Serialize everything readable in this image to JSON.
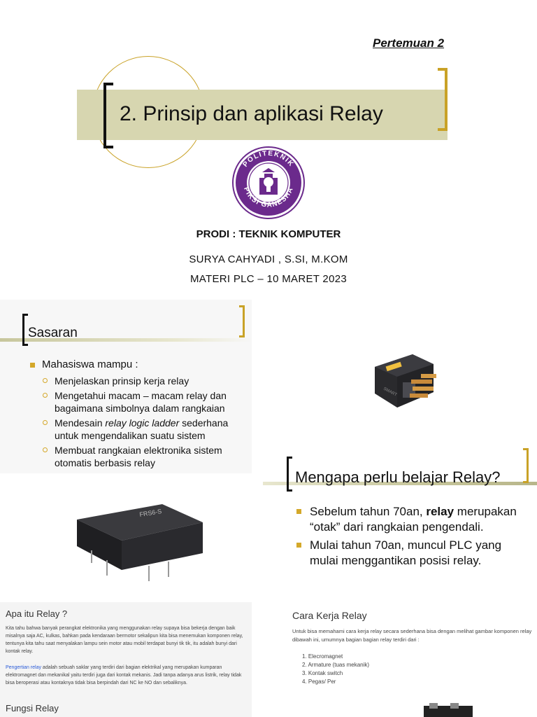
{
  "title_slide": {
    "meeting": "Pertemuan 2",
    "title": "2. Prinsip dan aplikasi Relay",
    "prodi": "PRODI : TEKNIK KOMPUTER",
    "author": "SURYA CAHYADI , S.SI, M.KOM",
    "materi": "MATERI PLC – 10 MARET 2023",
    "logo": {
      "icon": "university-seal-icon",
      "ring_text": "POLITEKNIK PIKSI GANESHA",
      "color": "#6b2a8c"
    }
  },
  "sasaran_slide": {
    "title": "Sasaran",
    "main_bullet": "Mahasiswa mampu :",
    "sub_items": [
      {
        "parts": [
          "Menjelaskan prinsip kerja relay"
        ]
      },
      {
        "parts": [
          "Mengetahui macam – macam relay dan bagaimana simbolnya dalam rangkaian"
        ]
      },
      {
        "parts": [
          "Mendesain ",
          "relay logic ladder",
          " sederhana untuk mengendalikan suatu sistem"
        ]
      },
      {
        "parts": [
          "Membuat rangkaian elektronika sistem otomatis berbasis relay"
        ]
      }
    ]
  },
  "mengapa_slide": {
    "title": "Mengapa perlu belajar Relay?",
    "items": [
      {
        "pre": "Sebelum tahun 70an, ",
        "bold": "relay",
        "post": " merupakan “otak” dari rangkaian pengendali."
      },
      {
        "pre": "Mulai tahun 70an, muncul PLC yang mulai menggantikan posisi relay.",
        "bold": "",
        "post": ""
      }
    ]
  },
  "relay_images": {
    "top_label": "automotive-relay-icon",
    "big_label": "pcb-relay-icon",
    "big_marking": "FRS6-S"
  },
  "article_left": {
    "heading": "Apa itu Relay ?",
    "para1": "Kita tahu bahwa banyak perangkat elektronika yang menggunakan relay supaya bisa bekerja dengan baik misalnya saja AC, kulkas, bahkan pada kendaraan bermotor sekalipun kita bisa menemukan komponen relay, tentunya kita tahu saat menyalakan lampu sein motor atau mobil terdapat bunyi tik tik, itu adalah bunyi dari kontak relay.",
    "para2_link": "Pengertian relay",
    "para2_rest": " adalah sebuah saklar yang terdiri dari bagian elektrikal yang merupakan kumparan elektromagnet dan mekanikal yaitu terdiri juga dari kontak mekanis. Jadi tanpa adanya arus listrik, relay tidak bisa beroperasi atau kontaknya tidak bisa berpindah dari NC ke NO dan sebaliknya.",
    "heading2": "Fungsi Relay"
  },
  "article_right": {
    "heading": "Cara Kerja Relay",
    "para": "Untuk bisa memahami cara kerja relay secara sederhana bisa dengan melihat gambar komponen relay dibawah ini, umumnya bagian bagian relay terdiri dari :",
    "list": [
      "1. Elecromagnet",
      "2. Armature (tuas mekanik)",
      "3. Kontak switch",
      "4. Pegas/ Per"
    ]
  },
  "colors": {
    "accent_gold": "#c9a227",
    "title_band": "#d7d6b0",
    "bullet": "#d4a82a",
    "link": "#2a5bd7"
  }
}
